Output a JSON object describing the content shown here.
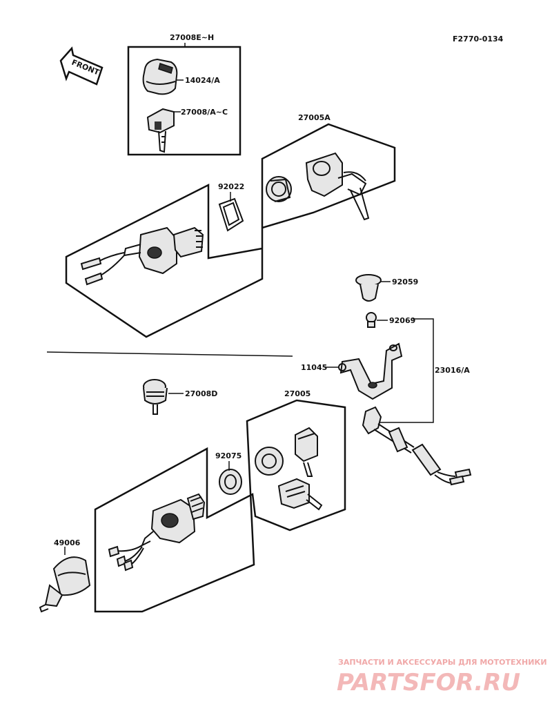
{
  "figure_code": "F2770-0134",
  "front_label": "FRONT",
  "labels": {
    "key_set": "27008E~H",
    "knob": "14024/A",
    "key": "27008/A~C",
    "lock_set_a": "27005A",
    "washer_a": "92022",
    "cap_92059": "92059",
    "bulb": "92069",
    "bracket": "11045",
    "socket_assy": "23016/A",
    "knob_d": "27008D",
    "lock_set": "27005",
    "washer": "92075",
    "cover": "49006"
  },
  "watermark": {
    "tagline": "ЗАПЧАСТИ И АКСЕССУАРЫ ДЛЯ МОТОТЕХНИКИ",
    "logo": "PARTSFOR.RU"
  }
}
